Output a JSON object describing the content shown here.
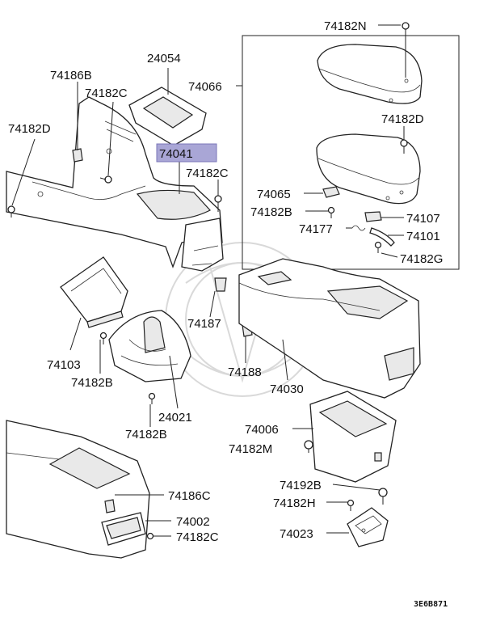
{
  "labels": {
    "p74182N": "74182N",
    "p24054": "24054",
    "p74186B": "74186B",
    "p74182C_top": "74182C",
    "p74066": "74066",
    "p74182D_left": "74182D",
    "p74041": "74041",
    "p74182C_mid": "74182C",
    "p74182D_right": "74182D",
    "p74065": "74065",
    "p74182B_right": "74182B",
    "p74107": "74107",
    "p74177": "74177",
    "p74101": "74101",
    "p74182G": "74182G",
    "p74187": "74187",
    "p74103": "74103",
    "p74182B_left": "74182B",
    "p74188": "74188",
    "p74030": "74030",
    "p24021": "24021",
    "p74182B_bottom": "74182B",
    "p74006": "74006",
    "p74182M": "74182M",
    "p74186C": "74186C",
    "p74192B": "74192B",
    "p74002": "74002",
    "p74182H": "74182H",
    "p74182C_bottom": "74182C",
    "p74023": "74023"
  },
  "highlighted_part": "74041",
  "highlight_color": "#a9a6d6",
  "reference_code": "3E6B871"
}
